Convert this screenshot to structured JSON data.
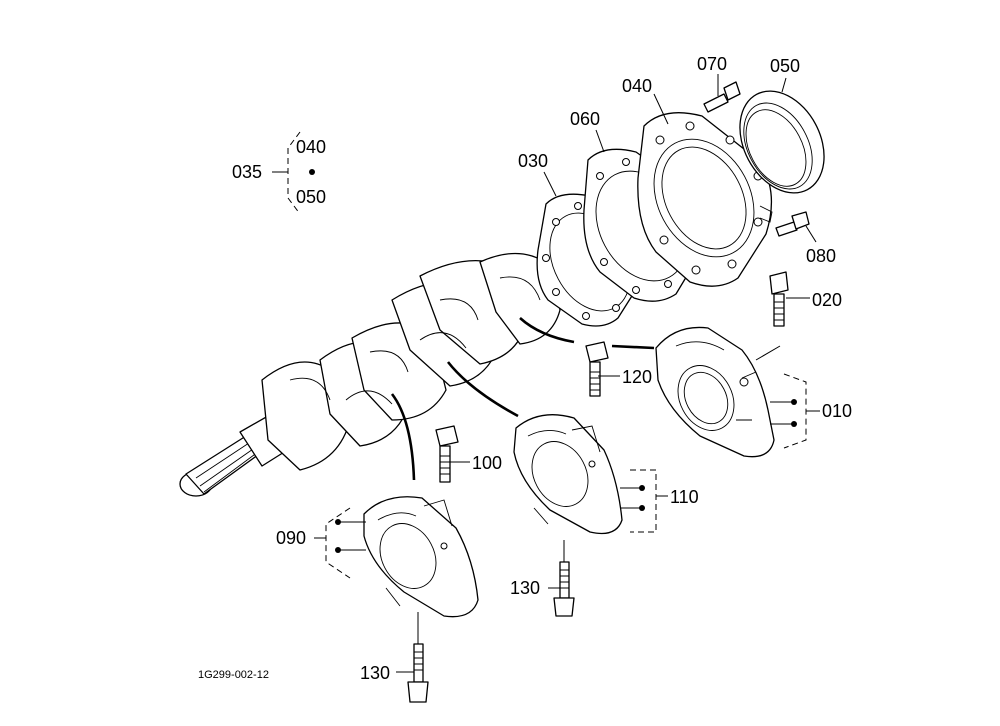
{
  "labels": {
    "p010": "010",
    "p020": "020",
    "p030": "030",
    "p035": "035",
    "p035_a": "040",
    "p035_b": "050",
    "p040": "040",
    "p050": "050",
    "p060": "060",
    "p070": "070",
    "p080": "080",
    "p090": "090",
    "p100": "100",
    "p110": "110",
    "p120": "120",
    "p130_mid": "130",
    "p130_low": "130"
  },
  "drawing_ref": "1G299-002-12"
}
